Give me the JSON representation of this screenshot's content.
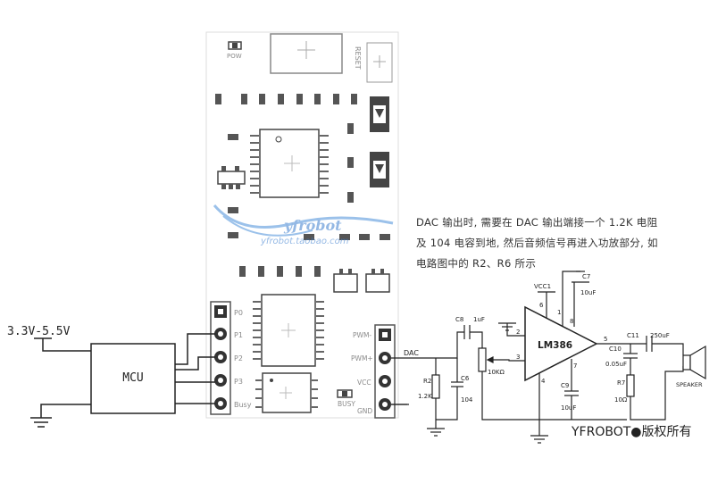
{
  "supply_label": "3.3V-5.5V",
  "mcu_label": "MCU",
  "module": {
    "pins_left": [
      "P0",
      "P1",
      "P2",
      "P3",
      "Busy"
    ],
    "pins_right": [
      "PWM-",
      "PWM+",
      "VCC",
      "GND"
    ],
    "pwm_minus_label": "PWM-",
    "pwm_plus_label": "PWM+",
    "vcc_label": "VCC",
    "busy_label": "BUSY",
    "gnd_label": "GND",
    "pow_label": "POW",
    "reset_label": "RESET",
    "watermark_top": "yfrobot",
    "watermark_bottom": "yfrobot.taobao.com"
  },
  "note_lines": [
    "DAC 输出时, 需要在 DAC 输出端接一个 1.2K 电阻",
    "及 104 电容到地, 然后音频信号再进入功放部分, 如",
    "电路图中的 R2、R6 所示"
  ],
  "amp": {
    "dac_label": "DAC",
    "c8_label": "C8",
    "c8_value": "1uF",
    "r2_label": "R2",
    "r2_value": "1.2K",
    "c6_label": "C6",
    "c6_value": "104",
    "pot_value": "10KΩ",
    "ic_label": "LM386",
    "vcc1_label": "VCC1",
    "c7_label": "C7",
    "c7_value": "10uF",
    "c9_label": "C9",
    "c9_value": "10uF",
    "c10_label": "C10",
    "c10_value": "0.05uF",
    "c11_label": "C11",
    "c11_value": "250uF",
    "r7_label": "R7",
    "r7_value": "10Ω",
    "speaker_label": "SPEAKER",
    "pin2": "2",
    "pin3": "3",
    "pin4": "4",
    "pin5": "5",
    "pin6": "6",
    "pin7": "7",
    "pin8": "8",
    "pin1": "1"
  },
  "copyright": "YFROBOT●版权所有"
}
